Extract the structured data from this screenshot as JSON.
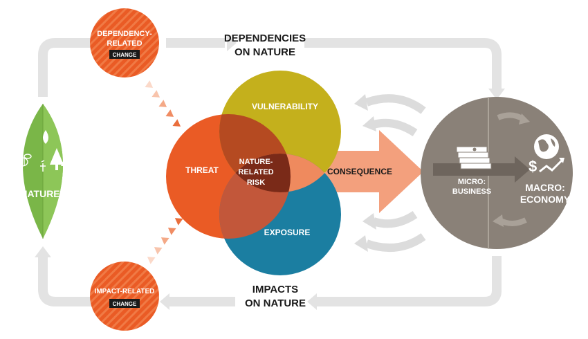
{
  "nature": {
    "label": "NATURE"
  },
  "dependency_change": {
    "line1": "DEPENDENCY-",
    "line2": "RELATED",
    "tag": "CHANGE"
  },
  "impact_change": {
    "line1": "IMPACT-RELATED",
    "tag": "CHANGE"
  },
  "dependencies": {
    "line1": "DEPENDENCIES",
    "line2": "ON NATURE"
  },
  "impacts": {
    "line1": "IMPACTS",
    "line2": "ON NATURE"
  },
  "venn": {
    "threat": "THREAT",
    "vulnerability": "VULNERABILITY",
    "exposure": "EXPOSURE",
    "center_line1": "NATURE-",
    "center_line2": "RELATED",
    "center_line3": "RISK"
  },
  "consequence": {
    "label": "CONSEQUENCE"
  },
  "micro": {
    "line1": "MICRO:",
    "line2": "BUSINESS"
  },
  "macro": {
    "line1": "MACRO:",
    "line2": "ECONOMY"
  },
  "colors": {
    "green": "#7ab648",
    "orange": "#ea5b25",
    "olive": "#c4b01c",
    "teal": "#1b7ea1",
    "dark_red": "#7a2a18",
    "salmon": "#f3a07d",
    "grey_circle": "#8a8178",
    "light_grey": "#e6e6e6"
  }
}
